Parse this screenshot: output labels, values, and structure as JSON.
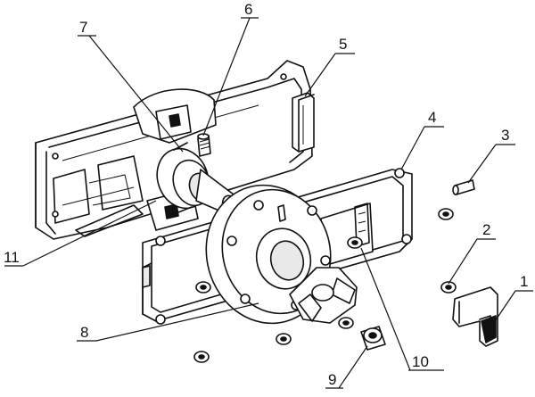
{
  "callouts": [
    {
      "id": "1",
      "label": "1"
    },
    {
      "id": "2",
      "label": "2"
    },
    {
      "id": "3",
      "label": "3"
    },
    {
      "id": "4",
      "label": "4"
    },
    {
      "id": "5",
      "label": "5"
    },
    {
      "id": "6",
      "label": "6"
    },
    {
      "id": "7",
      "label": "7"
    },
    {
      "id": "8",
      "label": "8"
    },
    {
      "id": "9",
      "label": "9"
    },
    {
      "id": "10",
      "label": "10"
    },
    {
      "id": "11",
      "label": "11"
    }
  ],
  "colors": {
    "line": "#111111",
    "background": "#ffffff",
    "shade": "#e9e9e9"
  }
}
